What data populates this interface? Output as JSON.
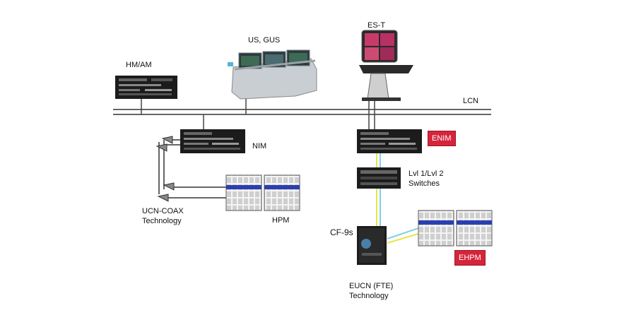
{
  "labels": {
    "hmam": "HM/AM",
    "us_gus": "US, GUS",
    "est": "ES-T",
    "lcn": "LCN",
    "nim": "NIM",
    "enim": "ENIM",
    "switches_line1": "Lvl 1/Lvl 2",
    "switches_line2": "Switches",
    "ucn_line1": "UCN-COAX",
    "ucn_line2": "Technology",
    "hpm": "HPM",
    "cf9s": "CF-9s",
    "ehpm": "EHPM",
    "eucn_line1": "EUCN (FTE)",
    "eucn_line2": "Technology"
  },
  "colors": {
    "enim_badge": "#d6253a",
    "ehpm_badge": "#d6253a",
    "fte_cable_yellow": "#e8e44a",
    "fte_cable_cyan": "#7fd3e6",
    "equipment_dark": "#1c1c1c",
    "hpm_blue": "#2b3fb0"
  }
}
